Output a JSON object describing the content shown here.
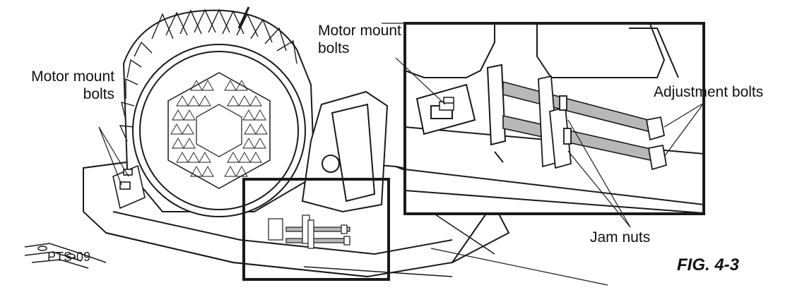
{
  "figure": {
    "labels": {
      "motor_mount_left_line1": "Motor mount",
      "motor_mount_left_line2": "bolts",
      "motor_mount_inset_line1": "Motor mount",
      "motor_mount_inset_line2": "bolts",
      "adjustment_bolts": "Adjustment bolts",
      "jam_nuts": "Jam nuts",
      "part_code": "PTS-09",
      "figure_number": "FIG. 4-3"
    }
  },
  "colors": {
    "line": "#1a1a1a",
    "bolt_shaft": "#b8b8b8",
    "background": "#ffffff"
  }
}
